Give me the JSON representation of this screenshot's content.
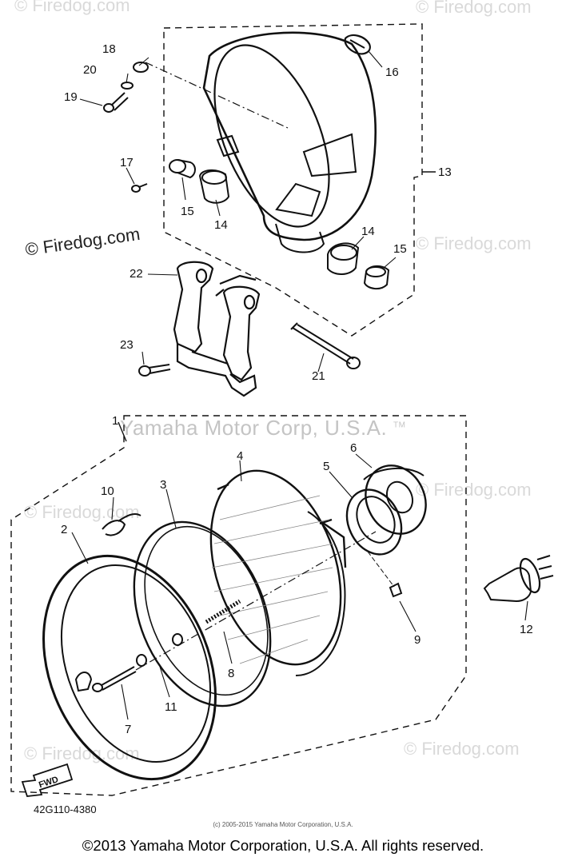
{
  "diagram": {
    "maker_watermark": "Yamaha Motor Corp, U.S.A.",
    "trademark": "TM",
    "diagram_code": "42G110-4380",
    "direction_arrow_label": "FWD",
    "callouts": [
      "1",
      "2",
      "3",
      "4",
      "5",
      "6",
      "7",
      "8",
      "9",
      "10",
      "11",
      "12",
      "13",
      "14",
      "14",
      "15",
      "15",
      "16",
      "17",
      "18",
      "19",
      "20",
      "21",
      "22",
      "23"
    ]
  },
  "watermarks": {
    "text": "© Firedog.com",
    "short_text": "Firedog.com"
  },
  "footer": {
    "small_copyright": "(c) 2005-2015 Yamaha Motor Corporation, U.S.A.",
    "main_copyright": "©2013 Yamaha Motor Corporation, U.S.A. All rights reserved."
  },
  "colors": {
    "ink": "#111111",
    "watermark": "#d9d9d9"
  }
}
